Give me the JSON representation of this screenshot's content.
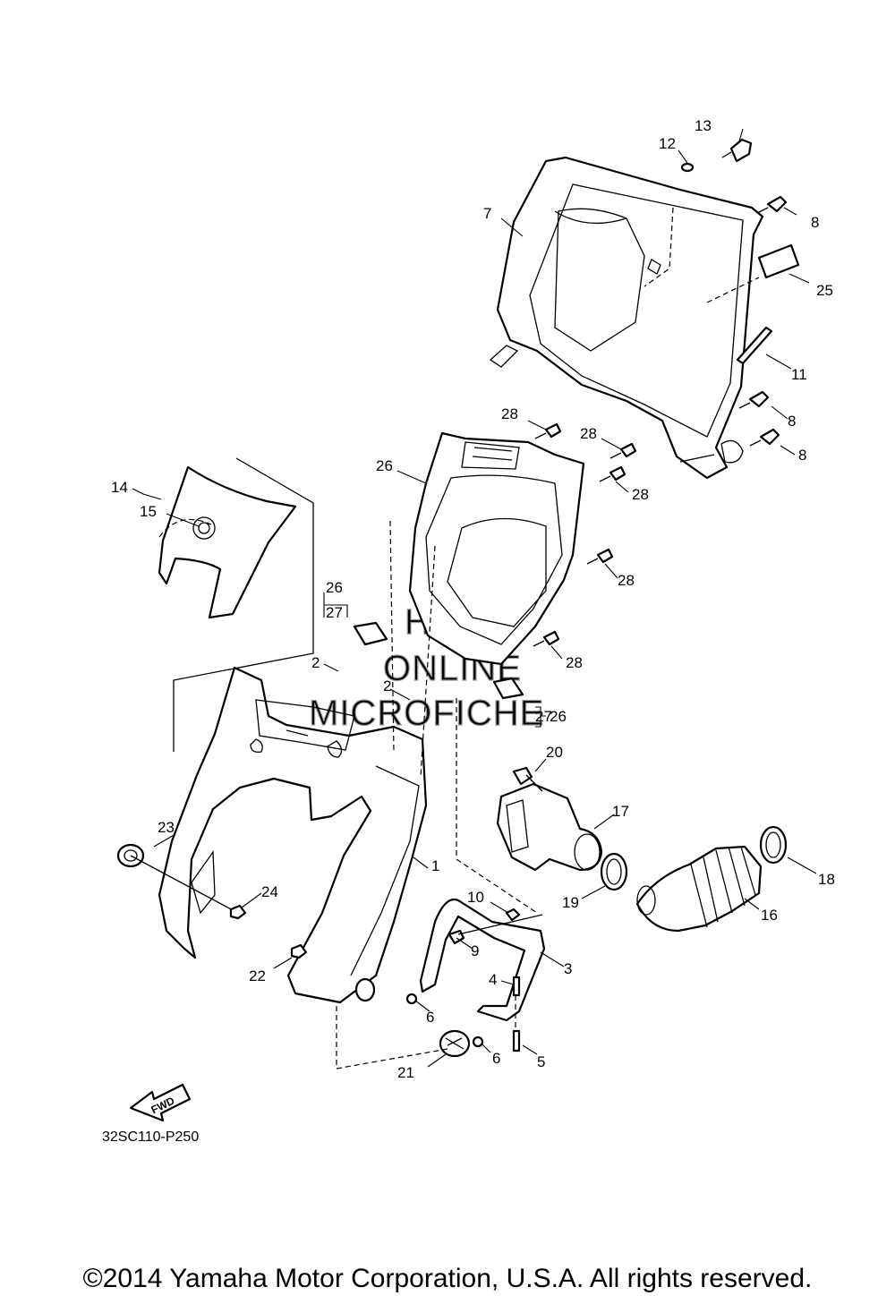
{
  "diagram": {
    "code": "32SC110-P250",
    "copyright": "©2014 Yamaha Motor Corporation, U.S.A. All rights reserved.",
    "fwd_label": "FWD",
    "watermark": [
      "HLSM",
      "ONLINE",
      "MICROFICHE"
    ],
    "callouts": [
      "1",
      "2",
      "2",
      "3",
      "4",
      "5",
      "6",
      "6",
      "7",
      "8",
      "8",
      "8",
      "9",
      "10",
      "11",
      "12",
      "13",
      "14",
      "15",
      "16",
      "17",
      "18",
      "19",
      "20",
      "21",
      "22",
      "23",
      "24",
      "25",
      "26",
      "27",
      "26",
      "27",
      "28",
      "28",
      "28",
      "28",
      "28"
    ]
  }
}
